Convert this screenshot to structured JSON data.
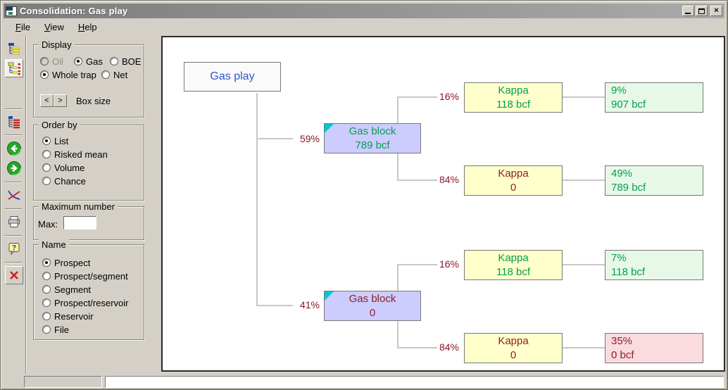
{
  "window": {
    "title": "Consolidation: Gas play"
  },
  "menu": {
    "items": [
      {
        "label": "File"
      },
      {
        "label": "View"
      },
      {
        "label": "Help"
      }
    ]
  },
  "toolbar": {
    "icons": [
      {
        "name": "consolidation-list",
        "selected": false
      },
      {
        "name": "consolidation-tree",
        "selected": true
      },
      {
        "name": "consolidation-detail",
        "selected": false
      },
      {
        "name": "back",
        "selected": false
      },
      {
        "name": "forward",
        "selected": false
      },
      {
        "name": "crossplot",
        "selected": false
      },
      {
        "name": "print",
        "selected": false
      },
      {
        "name": "help",
        "selected": false
      },
      {
        "name": "exit",
        "selected": false
      }
    ]
  },
  "sidebar": {
    "display": {
      "title": "Display",
      "options_row1": [
        {
          "label": "Oil",
          "checked": false,
          "disabled": true
        },
        {
          "label": "Gas",
          "checked": true,
          "disabled": false
        },
        {
          "label": "BOE",
          "checked": false,
          "disabled": false
        }
      ],
      "options_row2": [
        {
          "label": "Whole trap",
          "checked": true,
          "disabled": false
        },
        {
          "label": "Net",
          "checked": false,
          "disabled": false
        }
      ],
      "box_size": {
        "label": "Box size",
        "decrease": "<",
        "increase": ">"
      }
    },
    "order_by": {
      "title": "Order by",
      "options": [
        {
          "label": "List",
          "checked": true
        },
        {
          "label": "Risked mean",
          "checked": false
        },
        {
          "label": "Volume",
          "checked": false
        },
        {
          "label": "Chance",
          "checked": false
        }
      ]
    },
    "maximum_number": {
      "title": "Maximum number",
      "field_label": "Max:",
      "value": ""
    },
    "name": {
      "title": "Name",
      "options": [
        {
          "label": "Prospect",
          "checked": true
        },
        {
          "label": "Prospect/segment",
          "checked": false
        },
        {
          "label": "Segment",
          "checked": false
        },
        {
          "label": "Prospect/reservoir",
          "checked": false
        },
        {
          "label": "Reservoir",
          "checked": false
        },
        {
          "label": "File",
          "checked": false
        }
      ]
    }
  },
  "tree": {
    "root": {
      "label": "Gas play"
    },
    "branches": [
      {
        "chance": "59%",
        "name": "Gas block",
        "volume": "789 bcf",
        "state": "positive"
      },
      {
        "chance": "41%",
        "name": "Gas block",
        "volume": "0",
        "state": "zero"
      }
    ],
    "prospects": [
      {
        "chance": "16%",
        "name": "Kappa",
        "volume": "118 bcf",
        "state": "positive",
        "result": {
          "pct": "9%",
          "volume": "907 bcf",
          "state": "positive"
        }
      },
      {
        "chance": "84%",
        "name": "Kappa",
        "volume": "0",
        "state": "zero",
        "result": {
          "pct": "49%",
          "volume": "789 bcf",
          "state": "positive"
        }
      },
      {
        "chance": "16%",
        "name": "Kappa",
        "volume": "118 bcf",
        "state": "positive",
        "result": {
          "pct": "7%",
          "volume": "118 bcf",
          "state": "positive"
        }
      },
      {
        "chance": "84%",
        "name": "Kappa",
        "volume": "0",
        "state": "zero",
        "result": {
          "pct": "35%",
          "volume": "0 bcf",
          "state": "zero"
        }
      }
    ]
  },
  "status_bar": {
    "left": "",
    "right": ""
  },
  "colors": {
    "block_fill": "#ccccff",
    "prospect_fill": "#ffffcc",
    "result_positive_fill": "#e8f8e8",
    "result_zero_fill": "#f9dbe0",
    "positive_text": "#00a050",
    "zero_text": "#8f1d1d",
    "chance_text": "#8b1626",
    "root_text": "#3355cc",
    "marker": "#00c8d2"
  }
}
